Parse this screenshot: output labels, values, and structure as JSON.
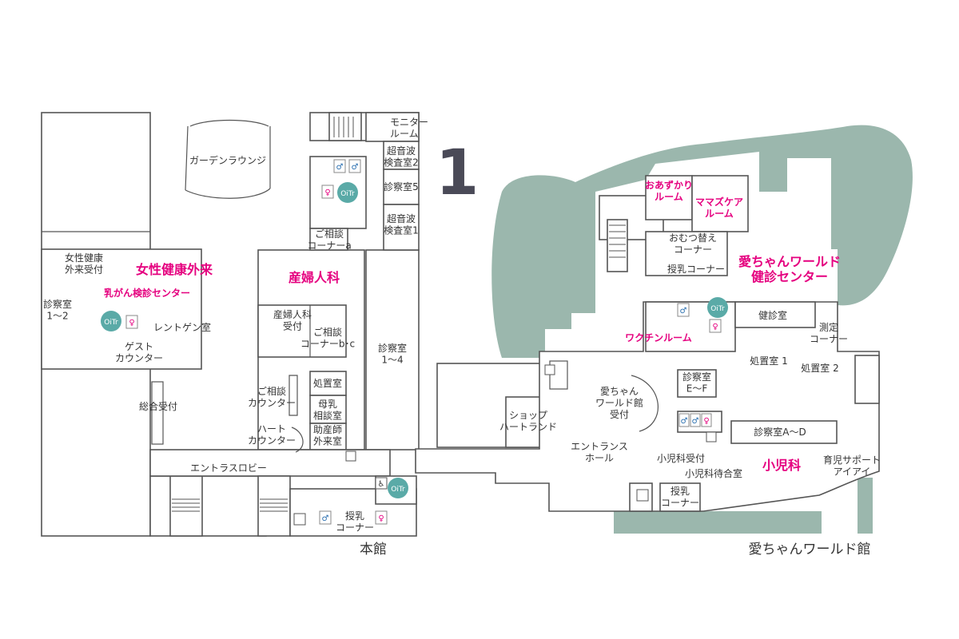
{
  "floor": "1",
  "buildings": {
    "main": "本館",
    "annex": "愛ちゃんワールド館"
  },
  "colors": {
    "accent": "#e5007f",
    "garden": "#9bb7ad",
    "wall": "#555555",
    "text": "#333333",
    "icon_teal": "#5aaaa7",
    "restroom_blue": "#2a6fb0",
    "restroom_pink": "#e5007f"
  },
  "rooms": {
    "monitor_room": "モニター\nルーム",
    "ultrasound_2": "超音波\n検査室2",
    "exam_5": "診察室5",
    "ultrasound_1": "超音波\n検査室1",
    "garden_lounge": "ガーデンラウンジ",
    "consult_a": "ご相談\nコーナーa",
    "obgyn": "産婦人科",
    "obgyn_reception": "産婦人科\n受付",
    "consult_bc": "ご相談\nコーナーb･c",
    "exam_1_4": "診察室\n1～4",
    "treatment_room": "処置室",
    "maternal_consult": "母乳\n相談室",
    "midwife_clinic": "助産師\n外来室",
    "consult_counter": "ご相談\nカウンター",
    "heart_counter": "ハート\nカウンター",
    "womens_reception": "女性健康\n外来受付",
    "womens_clinic": "女性健康外来",
    "breast_center": "乳がん検診センター",
    "exam_1_2": "診察室\n1～2",
    "xray_room": "レントゲン室",
    "guest_counter": "ゲスト\nカウンター",
    "general_reception": "総合受付",
    "entrance_lobby": "エントラスロビー",
    "nursing_corner_main": "授乳\nコーナー",
    "shop": "ショップ\nハートランド",
    "daycare": "おあずかり\nルーム",
    "mamas_care": "ママズケア\nルーム",
    "diaper_corner": "おむつ替え\nコーナー",
    "nursing_corner_annex_top": "授乳コーナー",
    "checkup_center": "愛ちゃんワールド\n健診センター",
    "vaccine_room": "ワクチンルーム",
    "checkup_room": "健診室",
    "measurement_corner": "測定\nコーナー",
    "treatment_1": "処置室 1",
    "treatment_2": "処置室 2",
    "annex_reception": "愛ちゃん\nワールド館\n受付",
    "exam_ef": "診察室\nE～F",
    "exam_ad": "診察室A～D",
    "entrance_hall": "エントランス\nホール",
    "pediatric_reception": "小児科受付",
    "pediatric_waiting": "小児科待合室",
    "pediatrics": "小児科",
    "childcare_support": "育児サポート\nアイアイ",
    "nursing_corner_annex_bottom": "授乳\nコーナー"
  },
  "icons": {
    "oitr": "OiTr",
    "restroom": "restroom-icon",
    "elevator": "elevator-icon",
    "accessible": "accessible-toilet-icon",
    "stairs": "stairs-icon"
  }
}
